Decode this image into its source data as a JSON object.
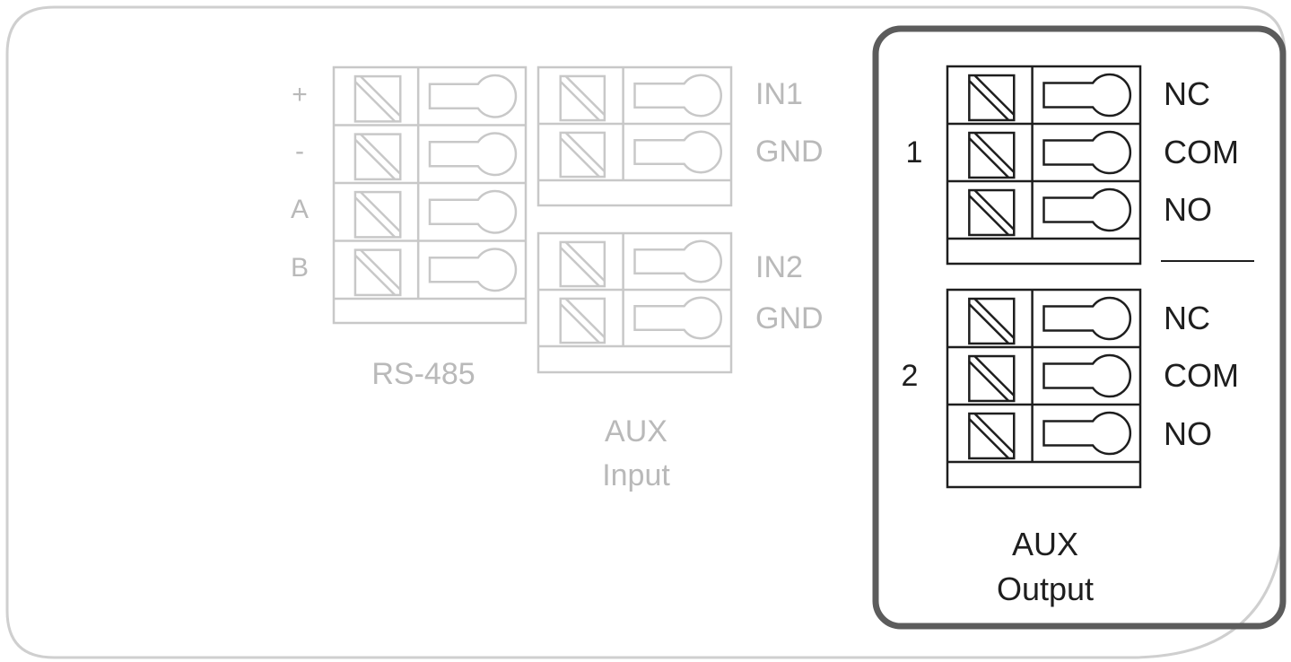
{
  "colors": {
    "inactive": "#c8c8c8",
    "inactive_text": "#b9b9b9",
    "active": "#1e1e1e",
    "highlight_border": "#5c5c5c",
    "panel_border": "#cfcfcf"
  },
  "rs485": {
    "title": "RS-485",
    "pins": [
      "+",
      "-",
      "A",
      "B"
    ]
  },
  "aux_input": {
    "title_line1": "AUX",
    "title_line2": "Input",
    "block1_pins": [
      "IN1",
      "GND"
    ],
    "block2_pins": [
      "IN2",
      "GND"
    ]
  },
  "aux_output": {
    "title_line1": "AUX",
    "title_line2": "Output",
    "relay1_number": "1",
    "relay2_number": "2",
    "relay1_pins": [
      "NC",
      "COM",
      "NO"
    ],
    "relay2_pins": [
      "NC",
      "COM",
      "NO"
    ]
  }
}
